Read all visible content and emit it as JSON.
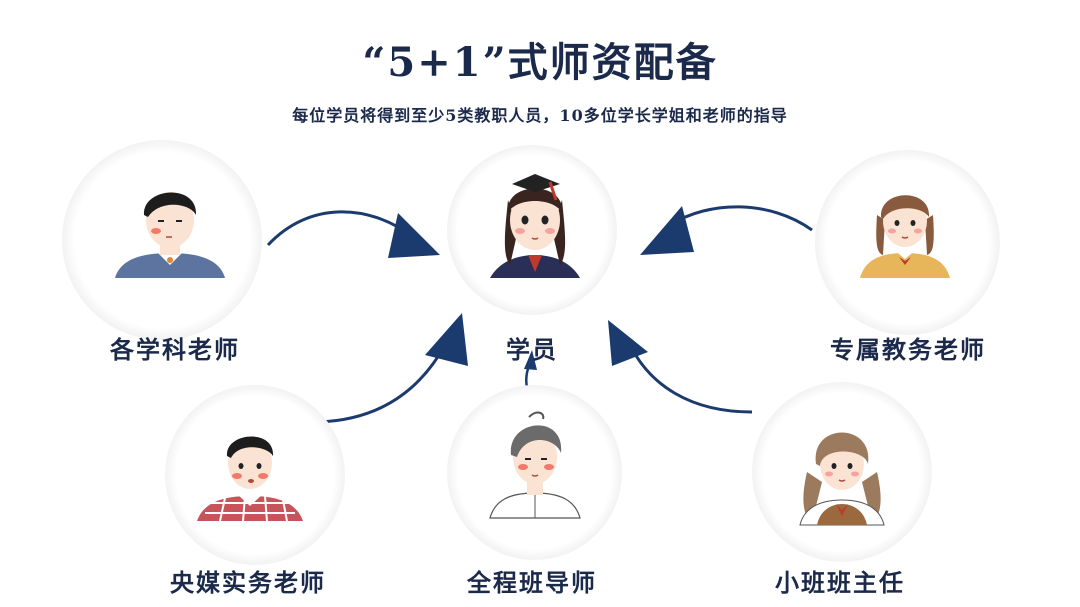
{
  "header": {
    "title": "“5+1”式师资配备",
    "subtitle": "每位学员将得到至少5类教职人员，10多位学长学姐和老师的指导"
  },
  "nodes": {
    "center": {
      "label": "学员",
      "icon": "student-graduate-avatar"
    },
    "top_left": {
      "label": "各学科老师",
      "icon": "subject-teacher-avatar"
    },
    "top_right": {
      "label": "专属教务老师",
      "icon": "academic-affairs-teacher-avatar"
    },
    "bottom_left": {
      "label": "央媒实务老师",
      "icon": "media-practice-teacher-avatar"
    },
    "bottom_center": {
      "label": "全程班导师",
      "icon": "full-course-tutor-avatar"
    },
    "bottom_right": {
      "label": "小班班主任",
      "icon": "class-head-teacher-avatar"
    }
  },
  "colors": {
    "primary": "#1b2a4a",
    "arrow": "#1b3a6e",
    "blush": "#f07a6a"
  }
}
